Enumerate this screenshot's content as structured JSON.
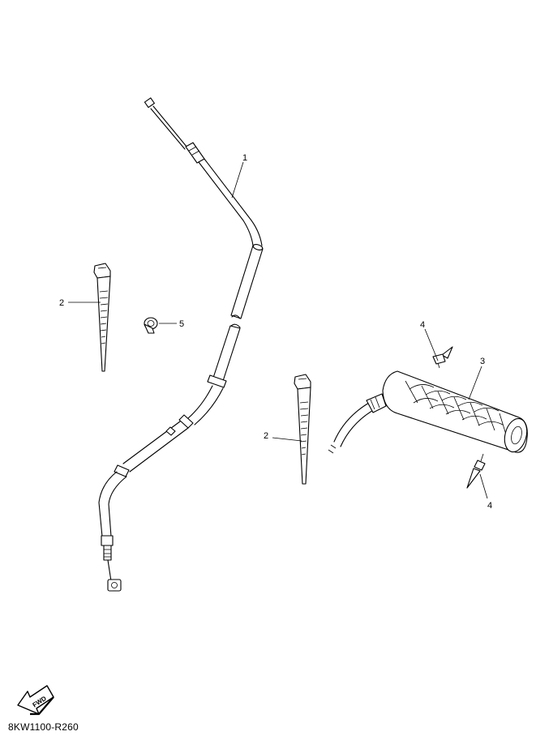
{
  "diagram": {
    "callouts": [
      {
        "id": "callout-1",
        "text": "1"
      },
      {
        "id": "callout-2-left",
        "text": "2"
      },
      {
        "id": "callout-5",
        "text": "5"
      },
      {
        "id": "callout-4-top",
        "text": "4"
      },
      {
        "id": "callout-3",
        "text": "3"
      },
      {
        "id": "callout-2-right",
        "text": "2"
      },
      {
        "id": "callout-4-bottom",
        "text": "4"
      }
    ],
    "fwd_label": "FWD",
    "drawing_code": "8KW1100-R260"
  }
}
